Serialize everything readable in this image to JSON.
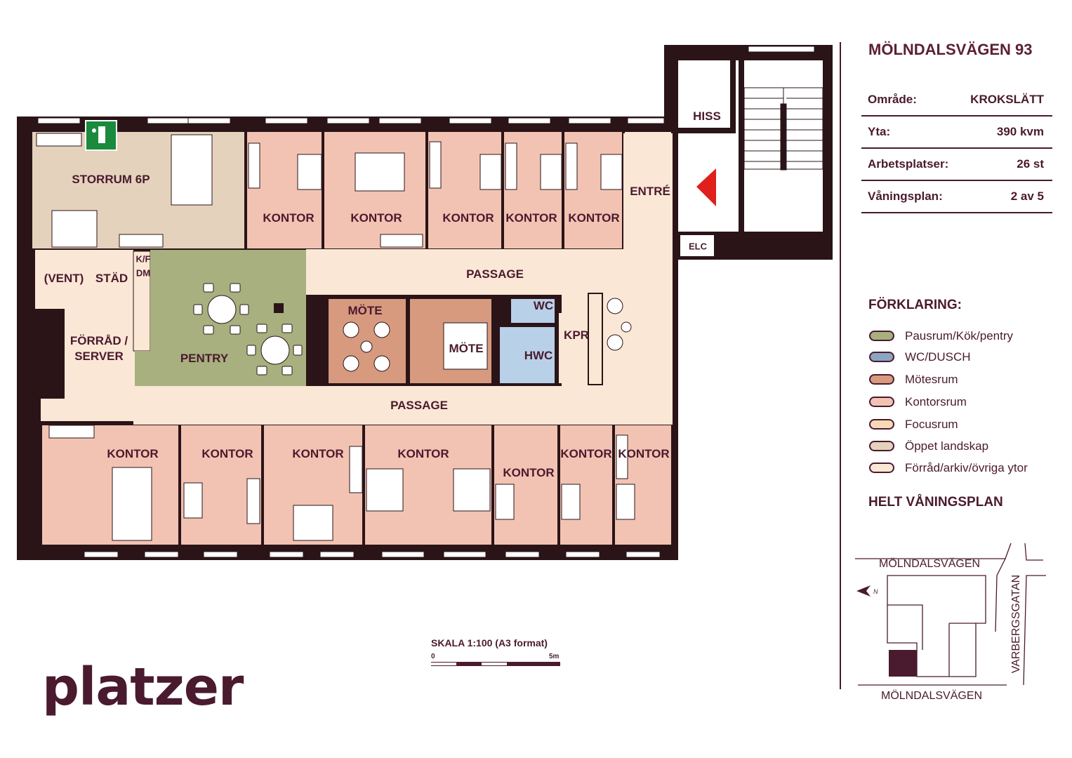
{
  "title": "MÖLNDALSVÄGEN 93",
  "info": [
    {
      "label": "Område:",
      "value": "KROKSLÄTT"
    },
    {
      "label": "Yta:",
      "value": "390 kvm"
    },
    {
      "label": "Arbetsplatser:",
      "value": "26 st"
    },
    {
      "label": "Våningsplan:",
      "value": "2 av 5"
    }
  ],
  "rooms": {
    "storrum": "STORRUM 6P",
    "kontor": "KONTOR",
    "entre": "ENTRÉ",
    "hiss": "HISS",
    "elc": "ELC",
    "vent": "(VENT)",
    "stad": "STÄD",
    "kf": "K/F",
    "dm": "DM",
    "forrad": "FÖRRÅD /",
    "server": "SERVER",
    "pentry": "PENTRY",
    "passage": "PASSAGE",
    "mote": "MÖTE",
    "wc": "WC",
    "hwc": "HWC",
    "kpr": "KPR"
  },
  "legend": {
    "title": "FÖRKLARING:",
    "items": [
      {
        "label": "Pausrum/Kök/pentry",
        "color": "#a7b07e"
      },
      {
        "label": "WC/DUSCH",
        "color": "#8aa6c0"
      },
      {
        "label": "Mötesrum",
        "color": "#d79a7e"
      },
      {
        "label": "Kontorsrum",
        "color": "#f2c3b3"
      },
      {
        "label": "Focusrum",
        "color": "#f7d9b6"
      },
      {
        "label": "Öppet landskap",
        "color": "#e5d2bc"
      },
      {
        "label": "Förråd/arkiv/övriga ytor",
        "color": "#fbe7d5"
      }
    ]
  },
  "overview": {
    "title": "HELT VÅNINGSPLAN",
    "street_top": "MÖLNDALSVÄGEN",
    "street_bottom": "MÖLNDALSVÄGEN",
    "street_side": "VARBERGSGATAN",
    "north": "N"
  },
  "scale": {
    "label": "SKALA 1:100 (A3 format)",
    "start": "0",
    "end": "5m"
  },
  "logo": "platzer",
  "colors": {
    "wall": "#2a1418",
    "office": "#f2c3b3",
    "meeting": "#d79a7e",
    "pentry": "#a7b07e",
    "wc": "#b8d0e8",
    "passage": "#fbe7d5",
    "open": "#e5d2bc",
    "arrow": "#e0201a",
    "brand": "#4a1a2e"
  }
}
